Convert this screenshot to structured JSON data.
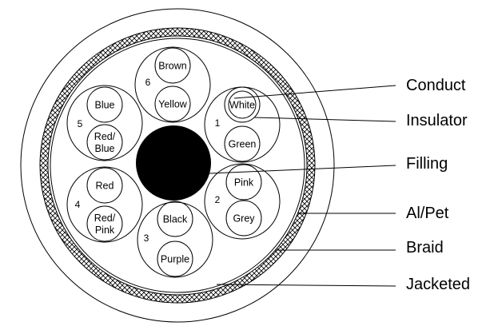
{
  "colors": {
    "line": "#000000",
    "background": "#ffffff",
    "filling": "#000000"
  },
  "pairs": [
    {
      "number": "1",
      "wires": [
        "White",
        "Green"
      ]
    },
    {
      "number": "2",
      "wires": [
        "Pink",
        "Grey"
      ]
    },
    {
      "number": "3",
      "wires": [
        "Black",
        "Purple"
      ]
    },
    {
      "number": "4",
      "wires": [
        "Red",
        "Red/\nPink"
      ]
    },
    {
      "number": "5",
      "wires": [
        "Blue",
        "Red/\nBlue"
      ]
    },
    {
      "number": "6",
      "wires": [
        "Brown",
        "Yellow"
      ]
    }
  ],
  "callouts": [
    {
      "id": "conduct",
      "label": "Conduct"
    },
    {
      "id": "insulator",
      "label": "Insulator"
    },
    {
      "id": "filling",
      "label": "Filling"
    },
    {
      "id": "al-pet",
      "label": "Al/Pet"
    },
    {
      "id": "braid",
      "label": "Braid"
    },
    {
      "id": "jacketed",
      "label": "Jacketed"
    }
  ]
}
